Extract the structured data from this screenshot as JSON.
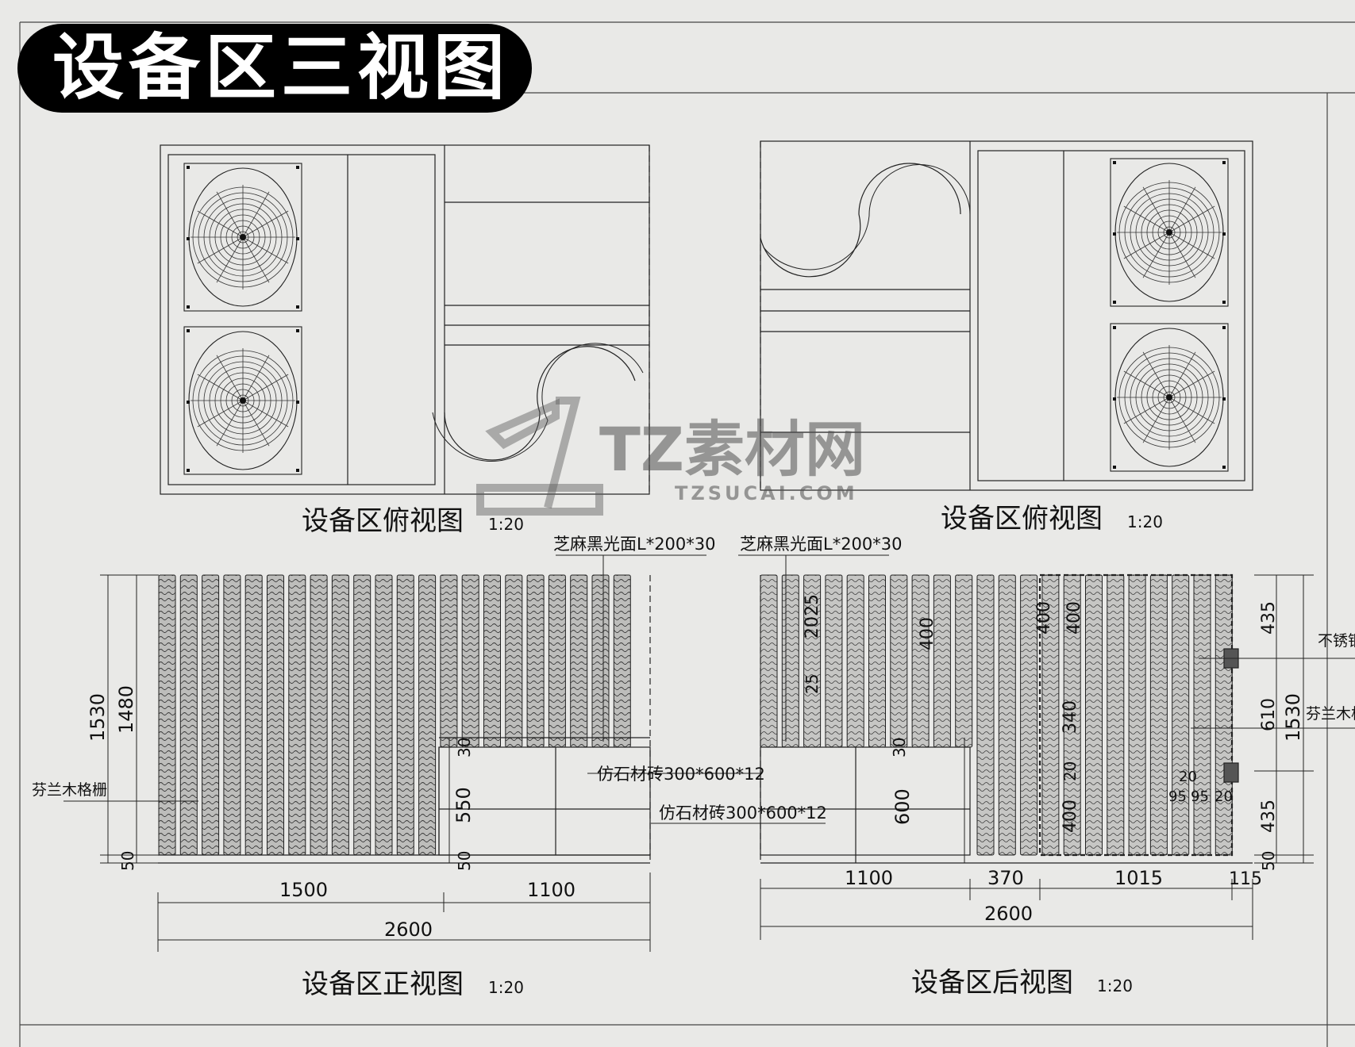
{
  "title": "设备区三视图",
  "views": {
    "top_left": {
      "name": "设备区俯视图",
      "scale": "1:20"
    },
    "top_right": {
      "name": "设备区俯视图",
      "scale": "1:20"
    },
    "front": {
      "name": "设备区正视图",
      "scale": "1:20"
    },
    "back": {
      "name": "设备区后视图",
      "scale": "1:20"
    }
  },
  "labels": {
    "sesame_left": "芝麻黑光面L*200*30",
    "sesame_right": "芝麻黑光面L*200*30",
    "tile_1": "仿石材砖300*600*12",
    "tile_2": "仿石材砖300*600*12",
    "finland_grille": "芬兰木格栅",
    "stainless": "不锈钢",
    "finland_right": "芬兰木格"
  },
  "dims_front": {
    "h1530": "1530",
    "h1480": "1480",
    "h50a": "50",
    "h30": "30",
    "h550": "550",
    "h50b": "50",
    "w1500": "1500",
    "w1100": "1100",
    "w2600": "2600"
  },
  "dims_back": {
    "w1100": "1100",
    "w370": "370",
    "w1015": "1015",
    "w115": "115",
    "w2600": "2600",
    "h435a": "435",
    "h610": "610",
    "h1530": "1530",
    "h435b": "435",
    "h50": "50",
    "h30": "30",
    "h600": "600",
    "h400": "400",
    "v2025": "2025",
    "v25": "25",
    "v400a": "400",
    "v400b": "400",
    "v340": "340",
    "v20a": "20",
    "v20b": "20",
    "v20c": "20",
    "v400c": "400",
    "v95": "95",
    "v95b": "95"
  },
  "watermark": {
    "brand": "TZ素材网",
    "url": "TZSUCAI.COM"
  }
}
